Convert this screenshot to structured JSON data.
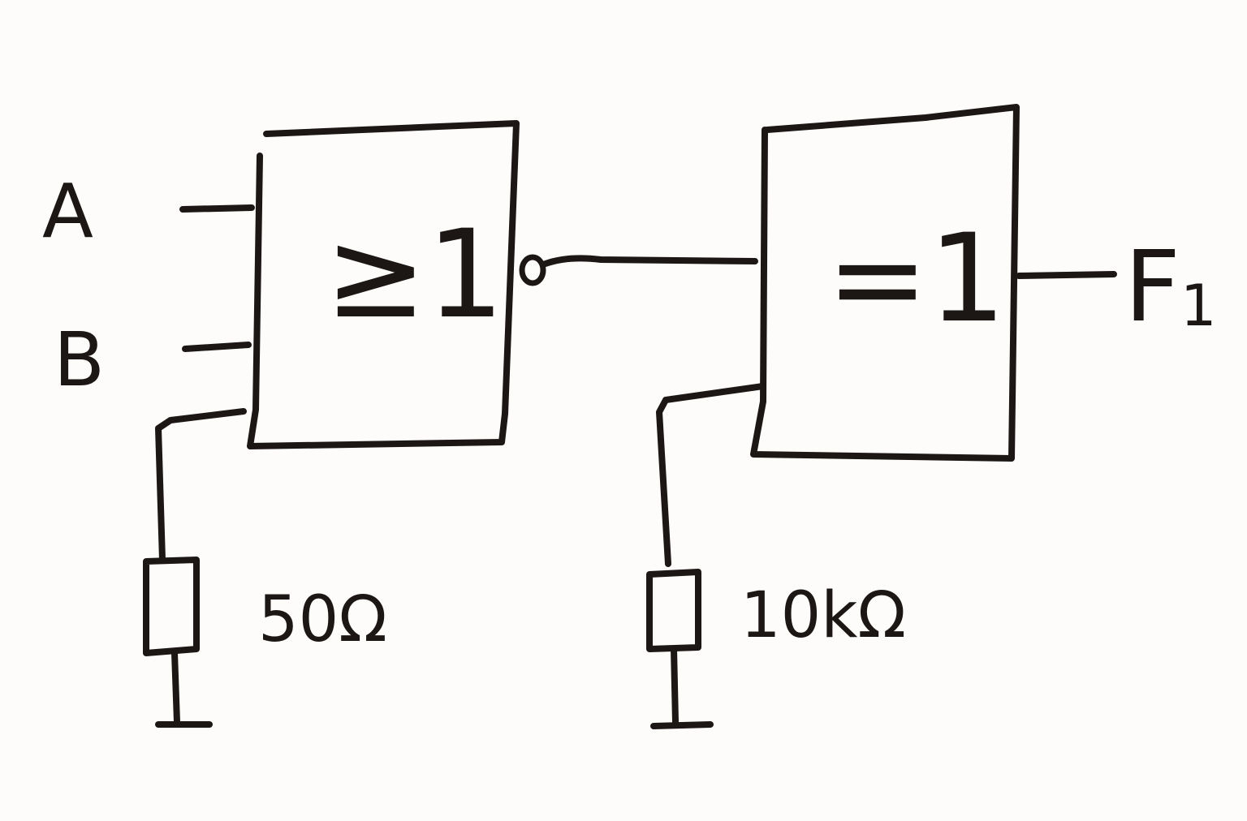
{
  "inputs": {
    "a": "A",
    "b": "B"
  },
  "gates": {
    "or_gate": {
      "symbol": "≥1",
      "output_inverted": true
    },
    "xor_gate": {
      "symbol": "=1"
    }
  },
  "output": {
    "label": "F",
    "subscript": "1"
  },
  "resistors": {
    "left": {
      "value": "50Ω"
    },
    "right": {
      "value": "10kΩ"
    }
  },
  "colors": {
    "ink": "#1c1714",
    "paper": "#fdfcfb"
  }
}
